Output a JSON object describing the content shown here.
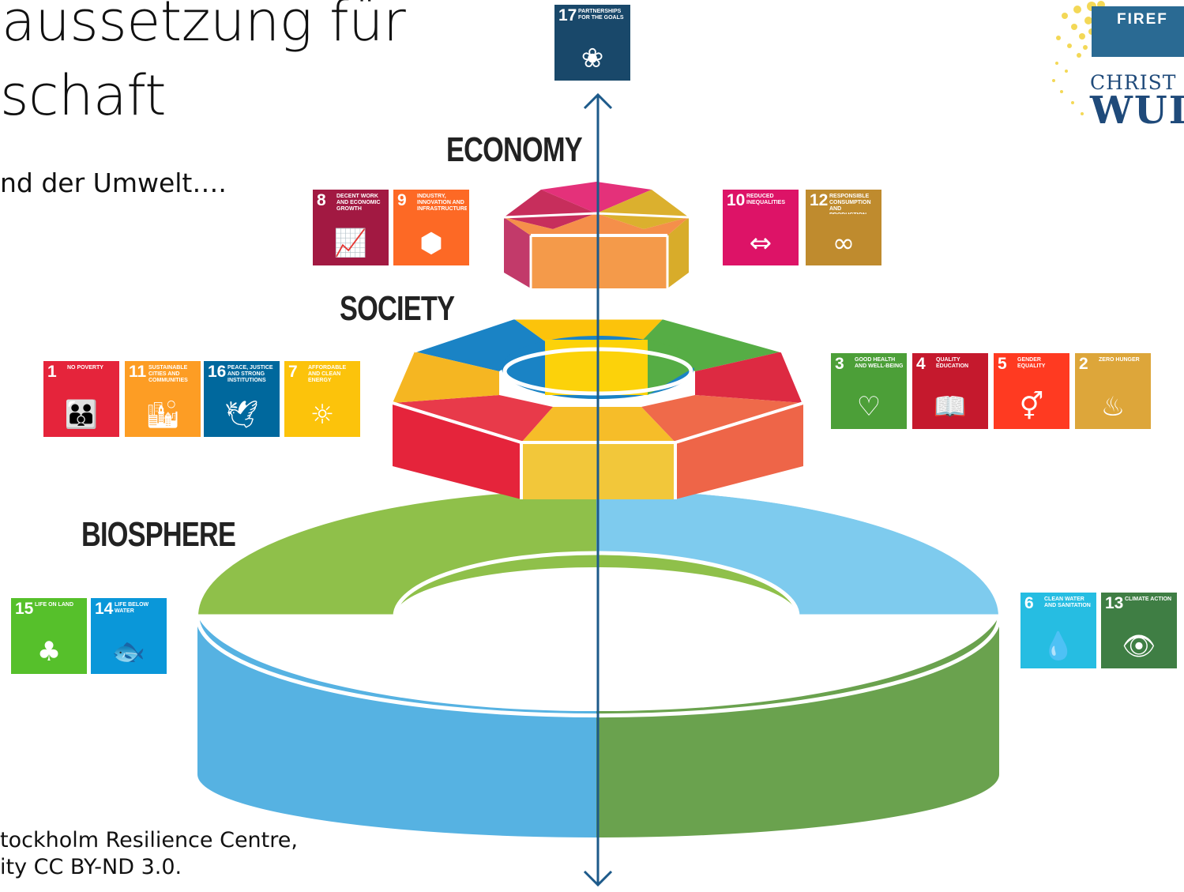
{
  "slide": {
    "title_lines": [
      "aussetzung für",
      "schaft"
    ],
    "body_text": "nd der Umwelt….",
    "caption_lines": [
      "tockholm Resilience Centre,",
      "ity CC BY-ND 3.0."
    ]
  },
  "logo": {
    "word_top": "FIREF",
    "word_mid": "CHRIST",
    "word_bottom": "WUI"
  },
  "diagram": {
    "layers": {
      "economy": "ECONOMY",
      "society": "SOCIETY",
      "biosphere": "BIOSPHERE"
    }
  },
  "sdgs": [
    {
      "num": "17",
      "title": "Partnerships for the goals",
      "icon": "flower-icon",
      "glyph": "❀",
      "color": "#19486a"
    },
    {
      "num": "8",
      "title": "Decent work and economic growth",
      "icon": "growth-chart-icon",
      "glyph": "📈",
      "color": "#a21942"
    },
    {
      "num": "9",
      "title": "Industry, innovation and infrastructure",
      "icon": "cubes-icon",
      "glyph": "⬢",
      "color": "#fd6925"
    },
    {
      "num": "10",
      "title": "Reduced inequalities",
      "icon": "equality-arrows-icon",
      "glyph": "⇔",
      "color": "#dd1367"
    },
    {
      "num": "12",
      "title": "Responsible consumption and production",
      "icon": "infinity-icon",
      "glyph": "∞",
      "color": "#bf8b2e"
    },
    {
      "num": "1",
      "title": "No poverty",
      "icon": "family-icon",
      "glyph": "👪",
      "color": "#e5243b"
    },
    {
      "num": "11",
      "title": "Sustainable cities and communities",
      "icon": "city-icon",
      "glyph": "🏙",
      "color": "#fd9d24"
    },
    {
      "num": "16",
      "title": "Peace, justice and strong institutions",
      "icon": "dove-icon",
      "glyph": "🕊",
      "color": "#00689d"
    },
    {
      "num": "7",
      "title": "Affordable and clean energy",
      "icon": "power-sun-icon",
      "glyph": "☼",
      "color": "#fcc30b"
    },
    {
      "num": "3",
      "title": "Good health and well-being",
      "icon": "heartbeat-icon",
      "glyph": "♡",
      "color": "#4c9f38"
    },
    {
      "num": "4",
      "title": "Quality education",
      "icon": "book-icon",
      "glyph": "📖",
      "color": "#c5192d"
    },
    {
      "num": "5",
      "title": "Gender equality",
      "icon": "gender-icon",
      "glyph": "⚥",
      "color": "#ff3a21"
    },
    {
      "num": "2",
      "title": "Zero hunger",
      "icon": "bowl-icon",
      "glyph": "♨",
      "color": "#dda63a"
    },
    {
      "num": "15",
      "title": "Life on land",
      "icon": "tree-icon",
      "glyph": "♣",
      "color": "#56c02b"
    },
    {
      "num": "14",
      "title": "Life below water",
      "icon": "fish-icon",
      "glyph": "🐟",
      "color": "#0a97d9"
    },
    {
      "num": "6",
      "title": "Clean water and sanitation",
      "icon": "water-drop-icon",
      "glyph": "💧",
      "color": "#26bde2"
    },
    {
      "num": "13",
      "title": "Climate action",
      "icon": "eye-earth-icon",
      "glyph": "👁",
      "color": "#3f7e44"
    }
  ],
  "colors": {
    "bio_green": "#8fc04a",
    "bio_green_dark": "#6aa24e",
    "bio_blue": "#56b2e2",
    "bio_blue_light": "#7ecbee",
    "axis": "#1d5a8a"
  }
}
